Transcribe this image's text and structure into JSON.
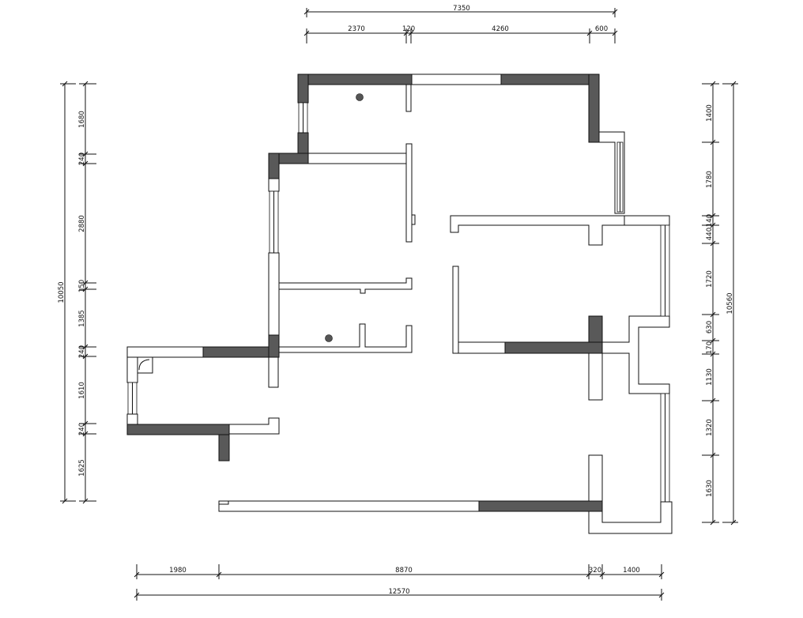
{
  "dimensions": {
    "top_total": "7350",
    "top_segments": [
      "2370",
      "120",
      "4260",
      "600"
    ],
    "bottom_segments": [
      "1980",
      "8870",
      "320",
      "1400"
    ],
    "bottom_total": "12570",
    "left_total": "10050",
    "left_segments": [
      "1680",
      "240",
      "2880",
      "150",
      "1385",
      "240",
      "1610",
      "240",
      "1625"
    ],
    "right_segments": [
      "1400",
      "1780",
      "140",
      "440",
      "1720",
      "630",
      "170",
      "1130",
      "1320",
      "1630"
    ],
    "right_total": "10560"
  },
  "colors": {
    "line": "#111111",
    "wall_fill": "#ffffff",
    "structural_wall": "#595959",
    "background": "#ffffff"
  }
}
